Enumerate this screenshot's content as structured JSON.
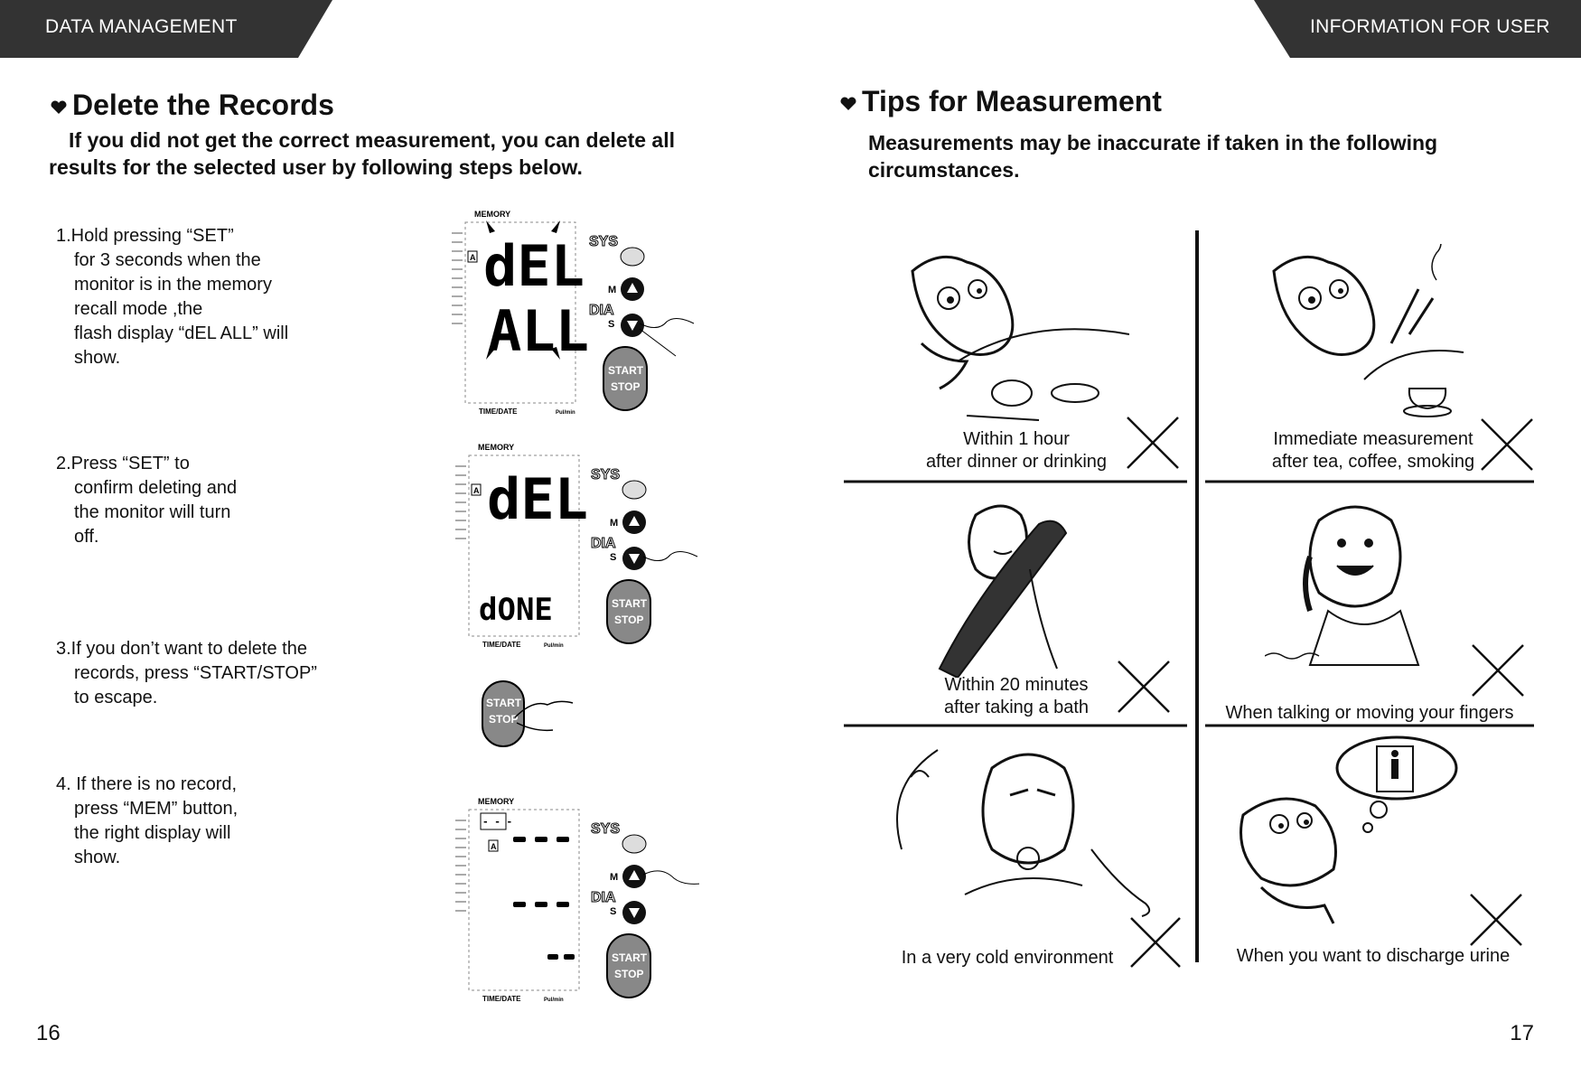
{
  "header": {
    "left_banner": "DATA MANAGEMENT",
    "right_banner": "INFORMATION FOR USER"
  },
  "left_page": {
    "title": "Delete the Records",
    "intro_line1": "If you did not get the correct measurement, you can delete all",
    "intro_line2": "results for the selected user by following steps below.",
    "steps": [
      {
        "lines": [
          "1.Hold pressing “SET”",
          "for 3 seconds when the",
          "monitor is in the memory",
          "recall mode ,the",
          "flash display “dEL ALL” will",
          "show."
        ]
      },
      {
        "lines": [
          "2.Press “SET” to",
          "confirm deleting and",
          "the monitor will turn",
          "off."
        ]
      },
      {
        "lines": [
          "3.If you don’t want to delete the",
          "records, press “START/STOP”",
          "to escape."
        ]
      },
      {
        "lines": [
          "4. If there is no record,",
          "press “MEM” button,",
          "the right display will",
          "show."
        ]
      }
    ],
    "device": {
      "memory_label": "MEMORY",
      "time_date_label": "TIME/DATE",
      "pulse_label": "Pul/min",
      "sys_label": "SYS",
      "dia_label": "DIA",
      "m_label": "M",
      "s_label": "S",
      "start_label": "START",
      "stop_label": "STOP",
      "user_label": "A",
      "display1_line1": "dEL",
      "display1_line2": "ALL",
      "display2_line1": "dEL",
      "display2_line2": "dONE",
      "display4_dashes": "- - -"
    },
    "page_number": "16"
  },
  "right_page": {
    "title": "Tips for Measurement",
    "intro_line1": "Measurements may be inaccurate if taken in the following",
    "intro_line2": "circumstances.",
    "tips": [
      {
        "line1": "Within 1 hour",
        "line2": "after dinner or drinking",
        "icon": "eating-icon"
      },
      {
        "line1": "Immediate measurement",
        "line2": "after tea, coffee, smoking",
        "icon": "smoking-icon"
      },
      {
        "line1": "Within 20 minutes",
        "line2": "after taking a bath",
        "icon": "bath-icon"
      },
      {
        "line1": "When talking or moving your fingers",
        "line2": "",
        "icon": "talking-icon"
      },
      {
        "line1": "In a very cold environment",
        "line2": "",
        "icon": "cold-icon"
      },
      {
        "line1": "When you want to discharge urine",
        "line2": "",
        "icon": "toilet-icon"
      }
    ],
    "page_number": "17"
  },
  "colors": {
    "banner": "#333333",
    "text": "#111111",
    "cross": "#111111"
  }
}
